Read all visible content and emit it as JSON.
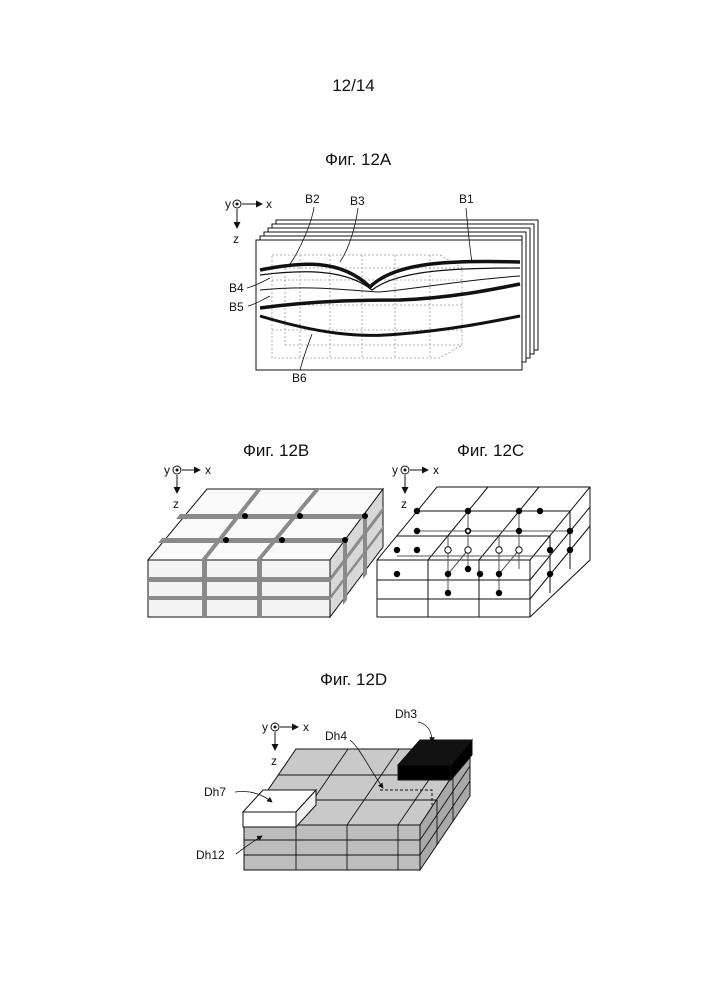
{
  "page_number": "12/14",
  "figures": {
    "fig12a": {
      "title": "Фиг. 12A",
      "axis": {
        "y": "y",
        "x": "x",
        "z": "z"
      },
      "labels": {
        "b1": "B1",
        "b2": "B2",
        "b3": "B3",
        "b4": "B4",
        "b5": "B5",
        "b6": "B6"
      }
    },
    "fig12b": {
      "title": "Фиг. 12B",
      "axis": {
        "y": "y",
        "x": "x",
        "z": "z"
      }
    },
    "fig12c": {
      "title": "Фиг. 12C",
      "axis": {
        "y": "y",
        "x": "x",
        "z": "z"
      }
    },
    "fig12d": {
      "title": "Фиг. 12D",
      "axis": {
        "y": "y",
        "x": "x",
        "z": "z"
      },
      "labels": {
        "dh3": "Dh3",
        "dh4": "Dh4",
        "dh7": "Dh7",
        "dh12": "Dh12"
      }
    }
  },
  "colors": {
    "ink": "#111111",
    "light_gray": "#e6e6e6",
    "mid_gray": "#bdbdbd",
    "dark_gray": "#8a8a8a",
    "black": "#000000"
  }
}
